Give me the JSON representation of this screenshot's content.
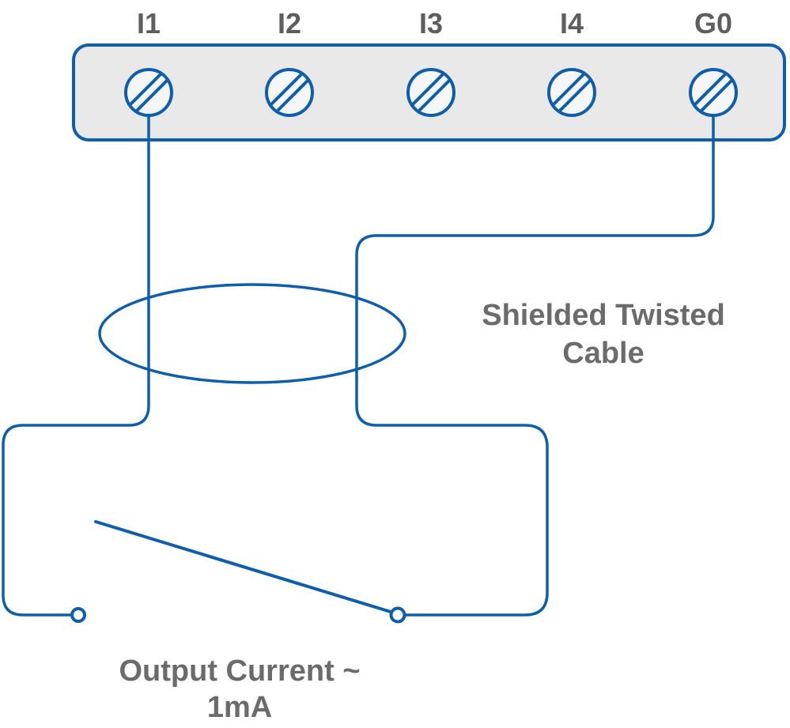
{
  "diagram": {
    "terminal_block": {
      "labels": [
        "I1",
        "I2",
        "I3",
        "I4",
        "G0"
      ]
    },
    "annotations": {
      "shielded_cable_line1": "Shielded Twisted",
      "shielded_cable_line2": "Cable",
      "output_current_line1": "Output Current ~",
      "output_current_line2": "1mA"
    },
    "colors": {
      "wire_blue": "#0e5eae",
      "block_fill": "#e9e9ea",
      "terminal_fill": "#f5f6f7",
      "label_gray": "#5e5e5e",
      "annotation_gray": "#6b6b6b",
      "background": "#ffffff"
    }
  }
}
